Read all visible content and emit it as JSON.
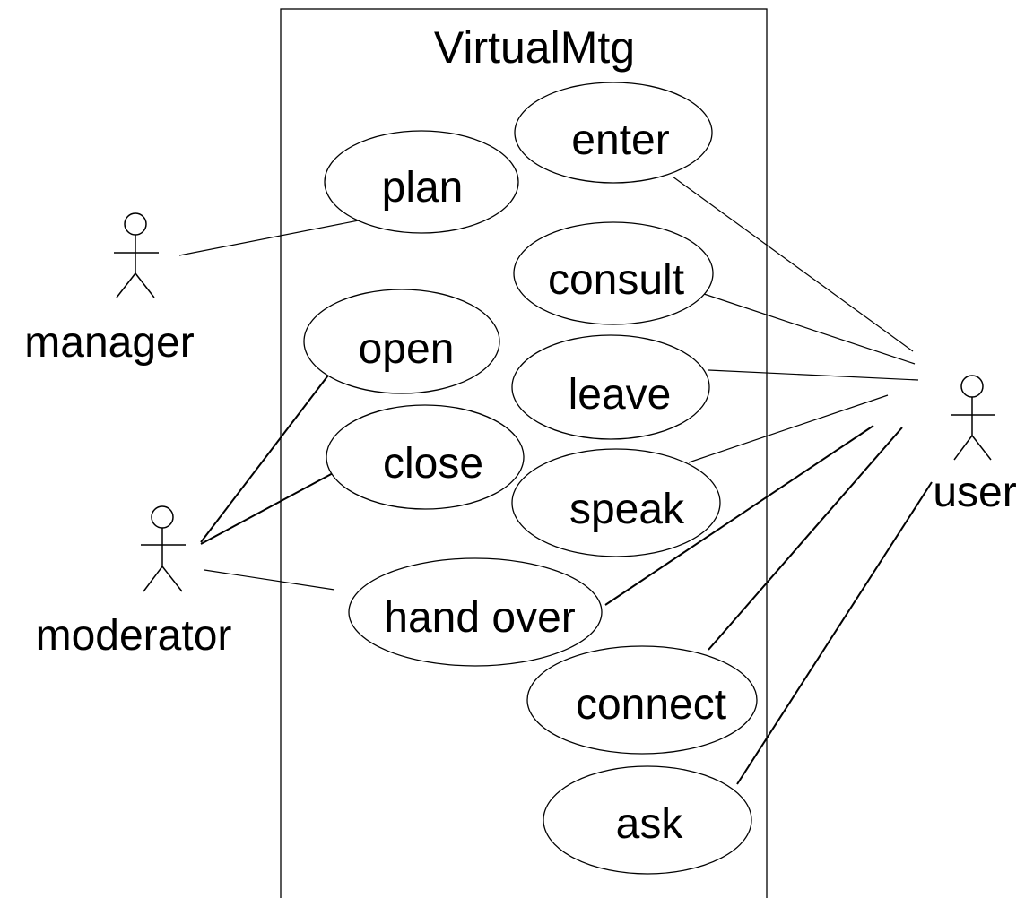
{
  "system": {
    "name": "VirtualMtg"
  },
  "actors": {
    "manager": "manager",
    "moderator": "moderator",
    "user": "user"
  },
  "use_cases": {
    "enter": "enter",
    "plan": "plan",
    "consult": "consult",
    "open": "open",
    "leave": "leave",
    "close": "close",
    "speak": "speak",
    "hand_over": "hand over",
    "connect": "connect",
    "ask": "ask"
  },
  "associations": [
    {
      "actor": "manager",
      "use_case": "plan"
    },
    {
      "actor": "moderator",
      "use_case": "open"
    },
    {
      "actor": "moderator",
      "use_case": "close"
    },
    {
      "actor": "moderator",
      "use_case": "hand over"
    },
    {
      "actor": "user",
      "use_case": "enter"
    },
    {
      "actor": "user",
      "use_case": "consult"
    },
    {
      "actor": "user",
      "use_case": "leave"
    },
    {
      "actor": "user",
      "use_case": "speak"
    },
    {
      "actor": "user",
      "use_case": "hand over"
    },
    {
      "actor": "user",
      "use_case": "connect"
    },
    {
      "actor": "user",
      "use_case": "ask"
    }
  ]
}
